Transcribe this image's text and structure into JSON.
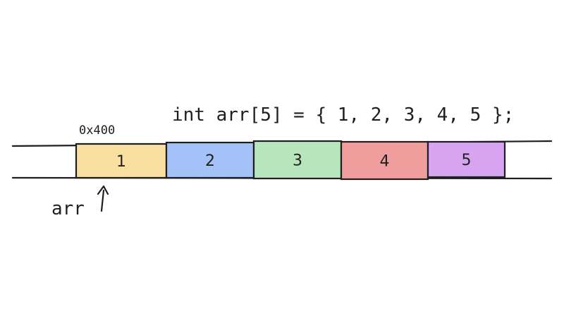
{
  "declaration": "int arr[5] = { 1, 2, 3, 4, 5 };",
  "base_address": "0x400",
  "pointer_label": "arr",
  "cells": [
    {
      "value": "1",
      "color": "#f9e0a0"
    },
    {
      "value": "2",
      "color": "#a3c2f7"
    },
    {
      "value": "3",
      "color": "#b7e6bd"
    },
    {
      "value": "4",
      "color": "#ef9e9d"
    },
    {
      "value": "5",
      "color": "#d6a4f1"
    }
  ],
  "ink_color": "#1f1f1f"
}
